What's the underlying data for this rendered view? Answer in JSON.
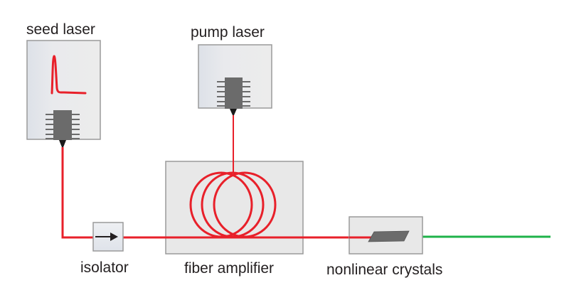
{
  "diagram": {
    "title": "Fiber laser system with frequency conversion",
    "components": {
      "seed_laser": {
        "label": "seed laser",
        "icon": "laser-diode-chip-icon",
        "inset": "pulse-waveform-icon"
      },
      "pump_laser": {
        "label": "pump laser",
        "icon": "laser-diode-chip-icon"
      },
      "isolator": {
        "label": "isolator",
        "icon": "arrow-right-icon"
      },
      "fiber_amplifier": {
        "label": "fiber amplifier",
        "icon": "fiber-coil-icon",
        "coil_loops": 3
      },
      "nonlinear_crystals": {
        "label": "nonlinear crystals",
        "icon": "crystal-icon"
      }
    },
    "connections": [
      {
        "from": "seed_laser",
        "to": "isolator",
        "beam": "red"
      },
      {
        "from": "isolator",
        "to": "fiber_amplifier",
        "beam": "red"
      },
      {
        "from": "pump_laser",
        "to": "fiber_amplifier",
        "beam": "red"
      },
      {
        "from": "fiber_amplifier",
        "to": "nonlinear_crystals",
        "beam": "red"
      },
      {
        "from": "nonlinear_crystals",
        "to": "output",
        "beam": "green"
      }
    ],
    "colors": {
      "fundamental_beam": "#e8202a",
      "converted_beam": "#1fb34a",
      "box_fill": "#e8e8e8",
      "box_border": "#9a9a9a",
      "chip": "#6b6b6b",
      "text": "#231f20"
    }
  }
}
